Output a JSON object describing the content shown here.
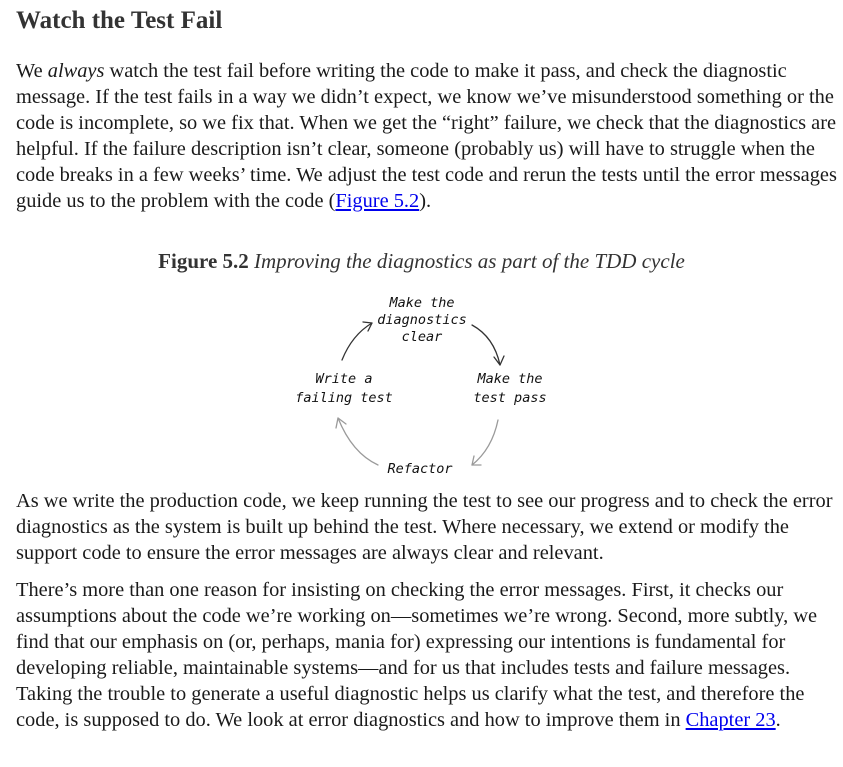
{
  "heading": "Watch the Test Fail",
  "para1": {
    "t1": "We ",
    "em": "always",
    "t2": " watch the test fail before writing the code to make it pass, and check the diagnostic message. If the test fails in a way we didn’t expect, we know we’ve misunderstood something or the code is incomplete, so we fix that. When we get the “right” failure, we check that the diagnostics are helpful. If the failure description isn’t clear, someone (probably us) will have to struggle when the code breaks in a few weeks’ time. We adjust the test code and rerun the tests until the error messages guide us to the problem with the code (",
    "link": "Figure 5.2",
    "t3": ")."
  },
  "figure": {
    "label": "Figure 5.2",
    "caption": "Improving the diagnostics as part of the TDD cycle",
    "nodes": {
      "top": [
        "Make the",
        "diagnostics",
        "clear"
      ],
      "right": [
        "Make the",
        "test pass"
      ],
      "bottom": [
        "Refactor"
      ],
      "left": [
        "Write a",
        "failing test"
      ]
    }
  },
  "para2": "As we write the production code, we keep running the test to see our progress and to check the error diagnostics as the system is built up behind the test. Where necessary, we extend or modify the support code to ensure the error messages are always clear and relevant.",
  "para3": {
    "t1": "There’s more than one reason for insisting on checking the error messages. First, it checks our assumptions about the code we’re working on—sometimes we’re wrong. Second, more subtly, we find that our emphasis on (or, perhaps, mania for) expressing our intentions is fundamental for developing reliable, maintainable systems—and for us that includes tests and failure messages. Taking the trouble to generate a useful diagnostic helps us clarify what the test, and therefore the code, is supposed to do. We look at error diagnostics and how to improve them in ",
    "link": "Chapter 23",
    "t2": "."
  },
  "colors": {
    "link": "#0000ee",
    "arrow_dark": "#333333",
    "arrow_gray": "#9a9a9a"
  }
}
